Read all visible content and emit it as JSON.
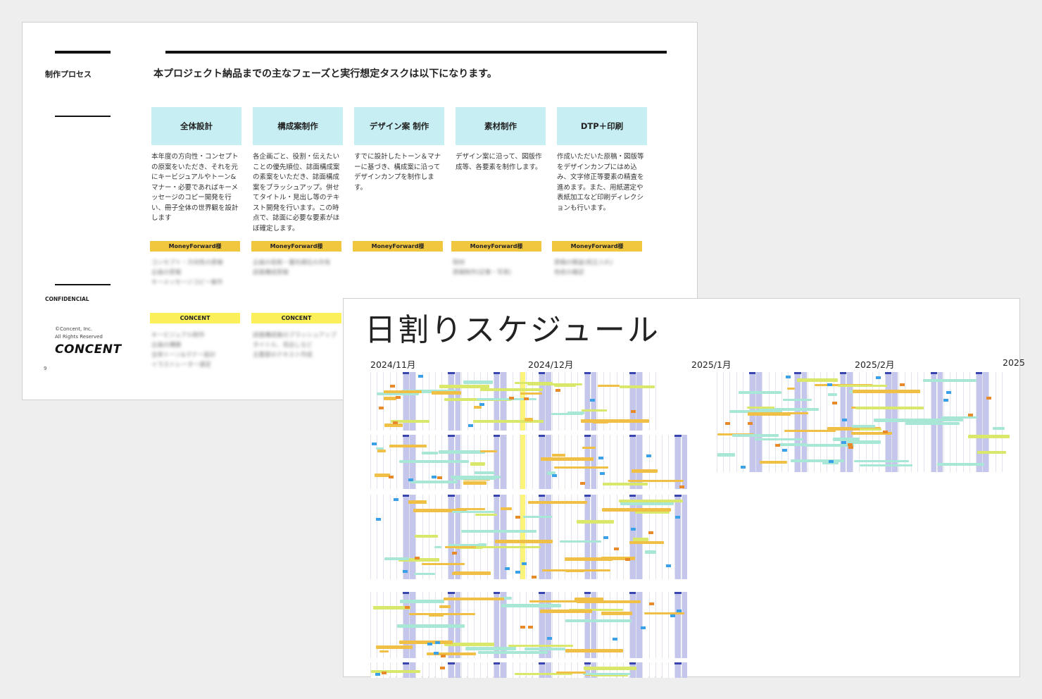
{
  "slide1": {
    "section_label": "制作プロセス",
    "lead": "本プロジェクト納品までの主なフェーズと実行想定タスクは以下になります。",
    "phases": [
      {
        "title": "全体設計",
        "desc": "本年度の方向性・コンセプトの原案をいただき、それを元にキービジュアルやトーン&マナー・必要であればキーメッセージのコピー開発を行い、冊子全体の世界観を設計します"
      },
      {
        "title": "構成案制作",
        "desc": "各企画ごと、役割・伝えたいことの優先順位、誌面構成案の素案をいただき、誌面構成案をブラッシュアップ。併せてタイトル・見出し等のテキスト開発を行います。この時点で、誌面に必要な要素がほぼ確定します。"
      },
      {
        "title": "デザイン案 制作",
        "desc": "すでに設計したトーン＆マナーに基づき、構成案に沿ってデザインカンプを制作します。"
      },
      {
        "title": "素材制作",
        "desc": "デザイン案に沿って、図版作成等、各要素を制作します。"
      },
      {
        "title": "DTP＋印刷",
        "desc": "作成いただいた原稿・図版等をデザインカンプにはめ込み、文字修正等要素の精査を進めます。また、用紙選定や表紙加工など印刷ディレクションも行います。"
      }
    ],
    "client_tag": "MoneyForward様",
    "agency_tag": "CONCENT",
    "client_tasks": [
      [
        "コンセプト・方向性の原案",
        "企画の原案",
        "キーメッセージコピー案作"
      ],
      [
        "企画の役割・優先順位の共有",
        "誌面構成原案"
      ],
      [],
      [
        "取材",
        "原稿制作(記事・写真)"
      ],
      [
        "原稿の精査(校正入れ)",
        "色校の確認"
      ]
    ],
    "agency_tasks": [
      [
        "キービジュアル制作",
        "企画の構築",
        "全体トーン&マナー設計",
        "イラストレーター選定"
      ],
      [
        "誌面構成案のブラッシュアップ",
        "タイトル、見出しなど",
        "主要部のテキスト作成"
      ]
    ],
    "confidential": "CONFIDENCIAL",
    "copyright_1": "©Concent, Inc.",
    "copyright_2": "All Rights Reserved",
    "logo": "CONCENT",
    "page_number": "9"
  },
  "slide2": {
    "title": "日割りスケジュール",
    "months": [
      "2024/11月",
      "2024/12月",
      "2025/1月",
      "2025/2月",
      "2025"
    ]
  },
  "colors": {
    "phase_fill": "#c7eef2",
    "client_tag": "#f2c740",
    "agency_tag": "#fbef5a",
    "weekend_column": "#c5c6ec",
    "bar_orange": "#f0bf45",
    "bar_teal": "#a8e6d6",
    "bar_lime": "#d9e86a",
    "highlight_yellow": "#fbf37a"
  }
}
